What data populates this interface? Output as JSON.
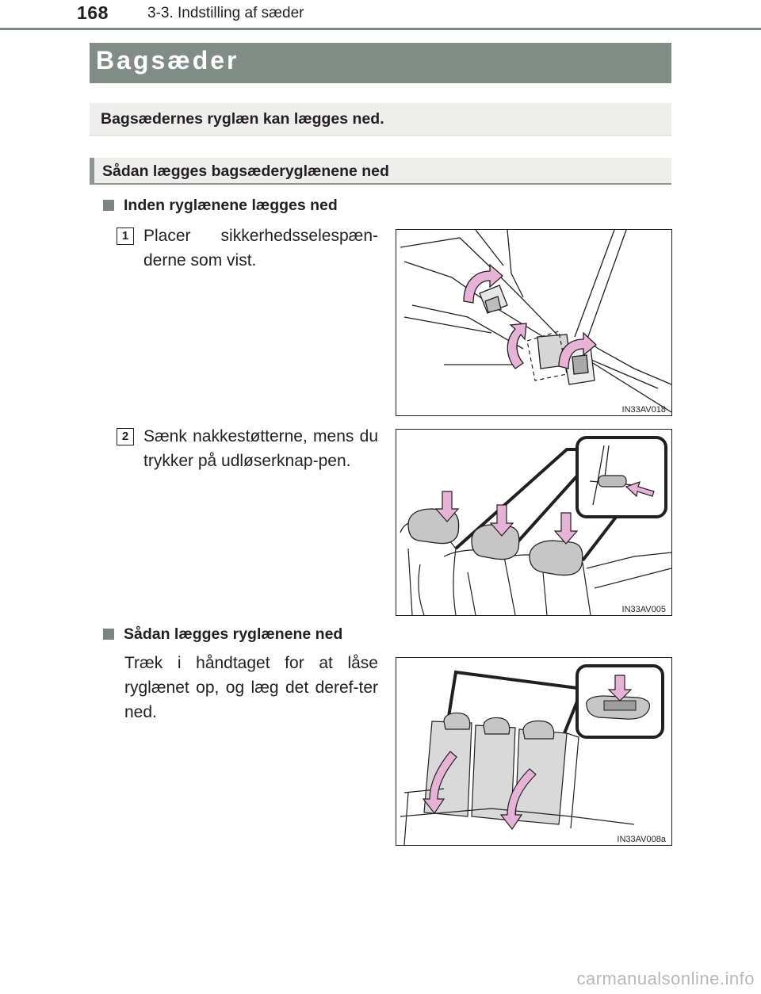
{
  "header": {
    "page_number": "168",
    "running_head": "3-3. Indstilling af sæder"
  },
  "title": "Bagsæder",
  "intro": "Bagsædernes ryglæn kan lægges ned.",
  "subheading": "Sådan lægges bagsæderyglænene ned",
  "sections": [
    {
      "heading": "Inden ryglænene lægges ned",
      "steps": [
        {
          "number": "1",
          "text": "Placer sikkerhedsselespæn-derne som vist.",
          "figure_code": "IN33AV018"
        },
        {
          "number": "2",
          "text": "Sænk nakkestøtterne, mens du trykker på udløserknap-pen.",
          "figure_code": "IN33AV005"
        }
      ]
    },
    {
      "heading": "Sådan lægges ryglænene ned",
      "text": "Træk i håndtaget for at låse ryglænet op, og læg det deref-ter ned.",
      "figure_code": "IN33AV008a"
    }
  ],
  "watermark": "carmanualsonline.info",
  "colors": {
    "title_bar": "#828c87",
    "arrow_fill": "#e6b3d6",
    "arrow_stroke": "#231f20",
    "panel_bg": "#eeeeec"
  }
}
